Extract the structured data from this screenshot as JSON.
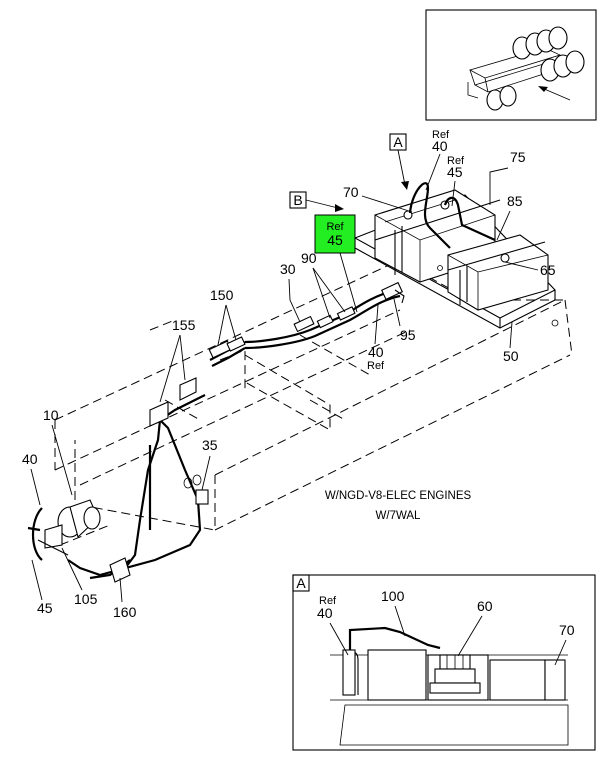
{
  "callouts": {
    "c75": "75",
    "c85": "85",
    "c65": "65",
    "c50": "50",
    "c70": "70",
    "c40a": "40",
    "c45a": "45",
    "c30": "30",
    "c90": "90",
    "c95": "95",
    "c40b": "40",
    "c150": "150",
    "c155": "155",
    "c10": "10",
    "c35": "35",
    "c40c": "40",
    "c45c": "45",
    "c105": "105",
    "c160": "160"
  },
  "ref_text": "Ref",
  "view_markers": {
    "a": "A",
    "b": "B"
  },
  "highlight": {
    "ref": "Ref",
    "num": "45",
    "color": "#22ee22"
  },
  "note": {
    "line1": "W/NGD-V8-ELEC ENGINES",
    "line2": "W/7WAL"
  },
  "detail": {
    "title": "A",
    "c40": "40",
    "c100": "100",
    "c60": "60",
    "c70": "70"
  }
}
